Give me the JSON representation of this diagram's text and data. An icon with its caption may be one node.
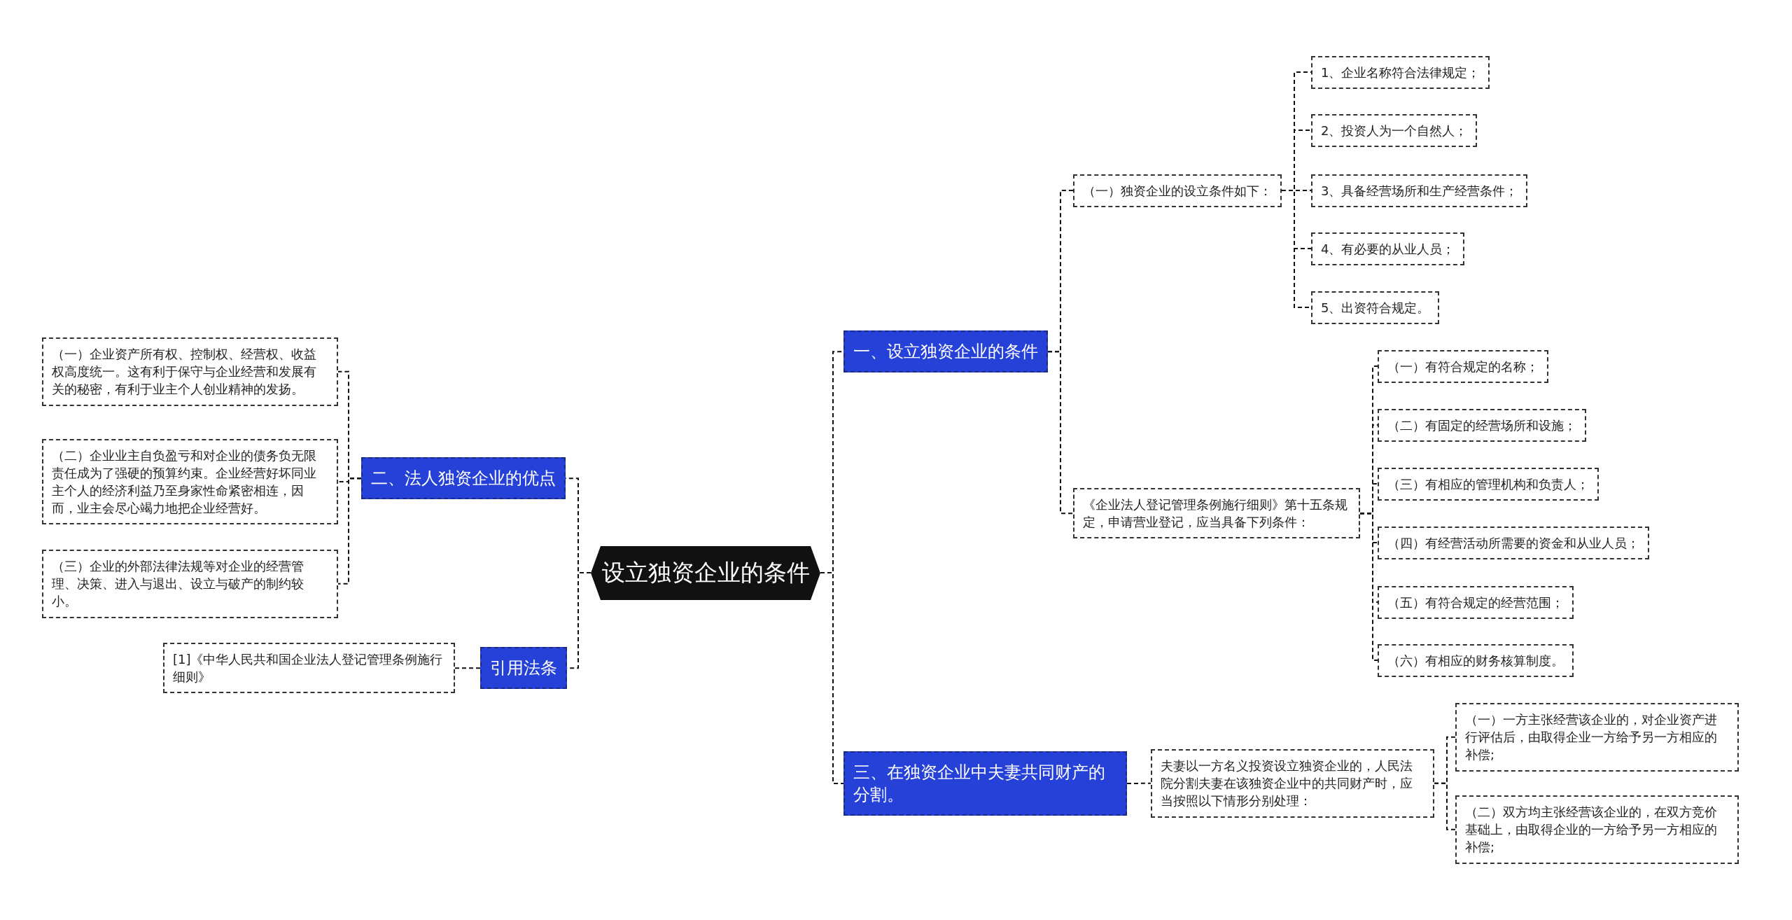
{
  "diagram": {
    "nodes": [
      {
        "text": [
          "设立独资企业的条件"
        ]
      },
      {
        "text": [
          "一、设立独资企业的条件"
        ]
      },
      {
        "text": [
          "（一）独资企业的设立条件如下："
        ]
      },
      {
        "text": [
          "1、企业名称符合法律规定；"
        ]
      },
      {
        "text": [
          "2、投资人为一个自然人；"
        ]
      },
      {
        "text": [
          "3、具备经营场所和生产经营条件；"
        ]
      },
      {
        "text": [
          "4、有必要的从业人员；"
        ]
      },
      {
        "text": [
          "5、出资符合规定。"
        ]
      },
      {
        "text": [
          "《企业法人登记管理条例施行细则》第十五条规定，申请营业登记，应当具备下列条件："
        ]
      },
      {
        "text": [
          "（一）有符合规定的名称；"
        ]
      },
      {
        "text": [
          "（二）有固定的经营场所和设施；"
        ]
      },
      {
        "text": [
          "（三）有相应的管理机构和负责人；"
        ]
      },
      {
        "text": [
          "（四）有经营活动所需要的资金和从业人员；"
        ]
      },
      {
        "text": [
          "（五）有符合规定的经营范围；"
        ]
      },
      {
        "text": [
          "（六）有相应的财务核算制度。"
        ]
      },
      {
        "text": [
          "三、在独资企业中夫妻共同财产的分割。"
        ]
      },
      {
        "text": [
          "夫妻以一方名义投资设立独资企业的，人民法院分割夫妻在该独资企业中的共同财产时，应当按照以下情形分别处理："
        ]
      },
      {
        "text": [
          "（一）一方主张经营该企业的，对企业资产进行评估后，由取得企业一方给予另一方相应的补偿;"
        ]
      },
      {
        "text": [
          "（二）双方均主张经营该企业的，在双方竞价基础上，由取得企业的一方给予另一方相应的补偿;"
        ]
      },
      {
        "text": [
          "二、法人独资企业的优点"
        ]
      },
      {
        "text": [
          "（一）企业资产所有权、控制权、经营权、收益权高度统一。这有利于保守与企业经营和发展有关的秘密，有利于业主个人创业精神的发扬。"
        ]
      },
      {
        "text": [
          "（二）企业业主自负盈亏和对企业的债务负无限责任成为了强硬的预算约束。企业经营好坏同业主个人的经济利益乃至身家性命紧密相连，因而，业主会尽心竭力地把企业经营好。"
        ]
      },
      {
        "text": [
          "（三）企业的外部法律法规等对企业的经营管理、决策、进入与退出、设立与破产的制约较小。"
        ]
      },
      {
        "text": [
          "引用法条"
        ]
      },
      {
        "text": [
          "[1]《中华人民共和国企业法人登记管理条例施行细则》"
        ]
      }
    ],
    "edges": [
      {
        "from": 0,
        "to": 1,
        "arrow": "none"
      },
      {
        "from": 1,
        "to": 2,
        "arrow": "none"
      },
      {
        "from": 2,
        "to": 3,
        "arrow": "none"
      },
      {
        "from": 2,
        "to": 4,
        "arrow": "none"
      },
      {
        "from": 2,
        "to": 5,
        "arrow": "none"
      },
      {
        "from": 2,
        "to": 6,
        "arrow": "none"
      },
      {
        "from": 2,
        "to": 7,
        "arrow": "none"
      },
      {
        "from": 1,
        "to": 8,
        "arrow": "none"
      },
      {
        "from": 8,
        "to": 9,
        "arrow": "none"
      },
      {
        "from": 8,
        "to": 10,
        "arrow": "none"
      },
      {
        "from": 8,
        "to": 11,
        "arrow": "none"
      },
      {
        "from": 8,
        "to": 12,
        "arrow": "none"
      },
      {
        "from": 8,
        "to": 13,
        "arrow": "none"
      },
      {
        "from": 8,
        "to": 14,
        "arrow": "none"
      },
      {
        "from": 0,
        "to": 15,
        "arrow": "none"
      },
      {
        "from": 15,
        "to": 16,
        "arrow": "none"
      },
      {
        "from": 16,
        "to": 17,
        "arrow": "none"
      },
      {
        "from": 16,
        "to": 18,
        "arrow": "none"
      },
      {
        "from": 0,
        "to": 19,
        "arrow": "none"
      },
      {
        "from": 19,
        "to": 20,
        "arrow": "none"
      },
      {
        "from": 19,
        "to": 21,
        "arrow": "none"
      },
      {
        "from": 19,
        "to": 22,
        "arrow": "none"
      },
      {
        "from": 0,
        "to": 23,
        "arrow": "none"
      },
      {
        "from": 23,
        "to": 24,
        "arrow": "none"
      }
    ]
  }
}
